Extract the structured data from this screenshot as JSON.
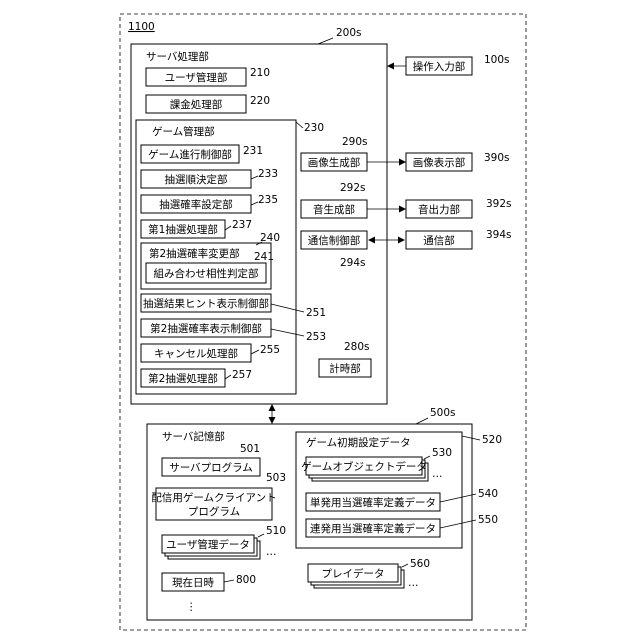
{
  "figure_no": "1100",
  "server_processing": {
    "title": "サーバ処理部",
    "ref": "200s",
    "user_mgmt": {
      "label": "ユーザ管理部",
      "ref": "210"
    },
    "billing": {
      "label": "課金処理部",
      "ref": "220"
    },
    "game_mgmt": {
      "title": "ゲーム管理部",
      "ref": "230",
      "progress": {
        "label": "ゲーム進行制御部",
        "ref": "231"
      },
      "order": {
        "label": "抽選順決定部",
        "ref": "233"
      },
      "prob_setting": {
        "label": "抽選確率設定部",
        "ref": "235"
      },
      "first_lottery": {
        "label": "第1抽選処理部",
        "ref": "237"
      },
      "prob_change": {
        "label": "第2抽選確率変更部",
        "ref": "240"
      },
      "combo": {
        "label": "組み合わせ相性判定部",
        "ref": "241"
      },
      "hint": {
        "label": "抽選結果ヒント表示制御部",
        "ref": "251"
      },
      "prob_display": {
        "label": "第2抽選確率表示制御部",
        "ref": "253"
      },
      "cancel": {
        "label": "キャンセル処理部",
        "ref": "255"
      },
      "second_lottery": {
        "label": "第2抽選処理部",
        "ref": "257"
      }
    },
    "image_gen": {
      "label": "画像生成部",
      "ref": "290s"
    },
    "sound_gen": {
      "label": "音生成部",
      "ref": "292s"
    },
    "comm_ctrl": {
      "label": "通信制御部",
      "ref": "294s"
    },
    "timer": {
      "label": "計時部",
      "ref": "280s"
    }
  },
  "external": {
    "operation_input": {
      "label": "操作入力部",
      "ref": "100s"
    },
    "image_display": {
      "label": "画像表示部",
      "ref": "390s"
    },
    "sound_output": {
      "label": "音出力部",
      "ref": "392s"
    },
    "comm": {
      "label": "通信部",
      "ref": "394s"
    }
  },
  "server_storage": {
    "title": "サーバ記憶部",
    "ref": "500s",
    "server_program": {
      "label": "サーバプログラム",
      "ref": "501"
    },
    "client_program": {
      "line1": "配信用ゲームクライアント",
      "line2": "プログラム",
      "ref": "503"
    },
    "user_data": {
      "label": "ユーザ管理データ",
      "ref": "510"
    },
    "current_datetime": {
      "label": "現在日時",
      "ref": "800"
    },
    "game_init": {
      "title": "ゲーム初期設定データ",
      "ref": "520",
      "object_data": {
        "label": "ゲームオブジェクトデータ",
        "ref": "530"
      },
      "single_prob": {
        "label": "単発用当選確率定義データ",
        "ref": "540"
      },
      "multi_prob": {
        "label": "連発用当選確率定義データ",
        "ref": "550"
      }
    },
    "play_data": {
      "label": "プレイデータ",
      "ref": "560"
    }
  },
  "ellipsis": "…",
  "vellipsis": "⋮"
}
